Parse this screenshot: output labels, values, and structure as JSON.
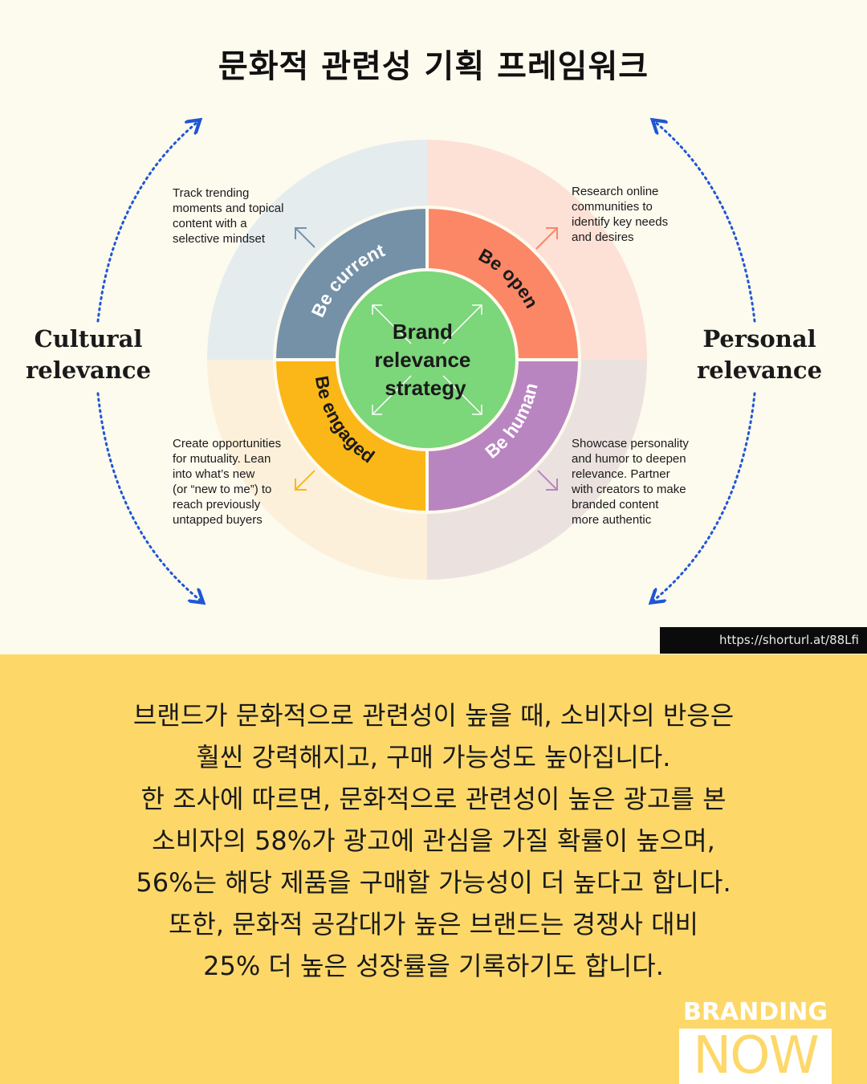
{
  "title": "문화적 관련성 기획 프레임워크",
  "diagram": {
    "center_label": [
      "Brand",
      "relevance",
      "strategy"
    ],
    "segments": [
      {
        "label": "Be current",
        "color": "#7591a8"
      },
      {
        "label": "Be open",
        "color": "#fb8766"
      },
      {
        "label": "Be human",
        "color": "#b985c0"
      },
      {
        "label": "Be engaged",
        "color": "#fbb717"
      }
    ],
    "center_color": "#7cd67a",
    "notes": {
      "top_left": [
        "Track trending",
        "moments and topical",
        "content with a",
        "selective mindset"
      ],
      "top_right": [
        "Research online",
        "communities to",
        "identify key needs",
        "and desires"
      ],
      "bottom_left": [
        "Create opportunities",
        "for mutuality. Lean",
        "into what’s new",
        "(or “new to me”) to",
        "reach previously",
        "untapped buyers"
      ],
      "bottom_right": [
        "Showcase personality",
        "and humor to deepen",
        "relevance. Partner",
        "with creators to make",
        "branded content",
        "more authentic"
      ]
    },
    "left_label": [
      "Cultural",
      "relevance"
    ],
    "right_label": [
      "Personal",
      "relevance"
    ],
    "arrow_color": "#1f56d6"
  },
  "source_url": "https://shorturl.at/88Lfi",
  "body_lines": [
    "브랜드가 문화적으로 관련성이 높을 때, 소비자의 반응은",
    "훨씬 강력해지고, 구매 가능성도 높아집니다.",
    "한 조사에 따르면, 문화적으로 관련성이 높은 광고를 본",
    "소비자의 58%가 광고에 관심을 가질 확률이 높으며,",
    "56%는 해당 제품을 구매할 가능성이 더 높다고 합니다.",
    "또한, 문화적 공감대가 높은 브랜드는 경쟁사 대비",
    "25% 더 높은 성장률을 기록하기도 합니다."
  ],
  "logo": {
    "top": "BRANDING",
    "bottom": "NOW"
  }
}
